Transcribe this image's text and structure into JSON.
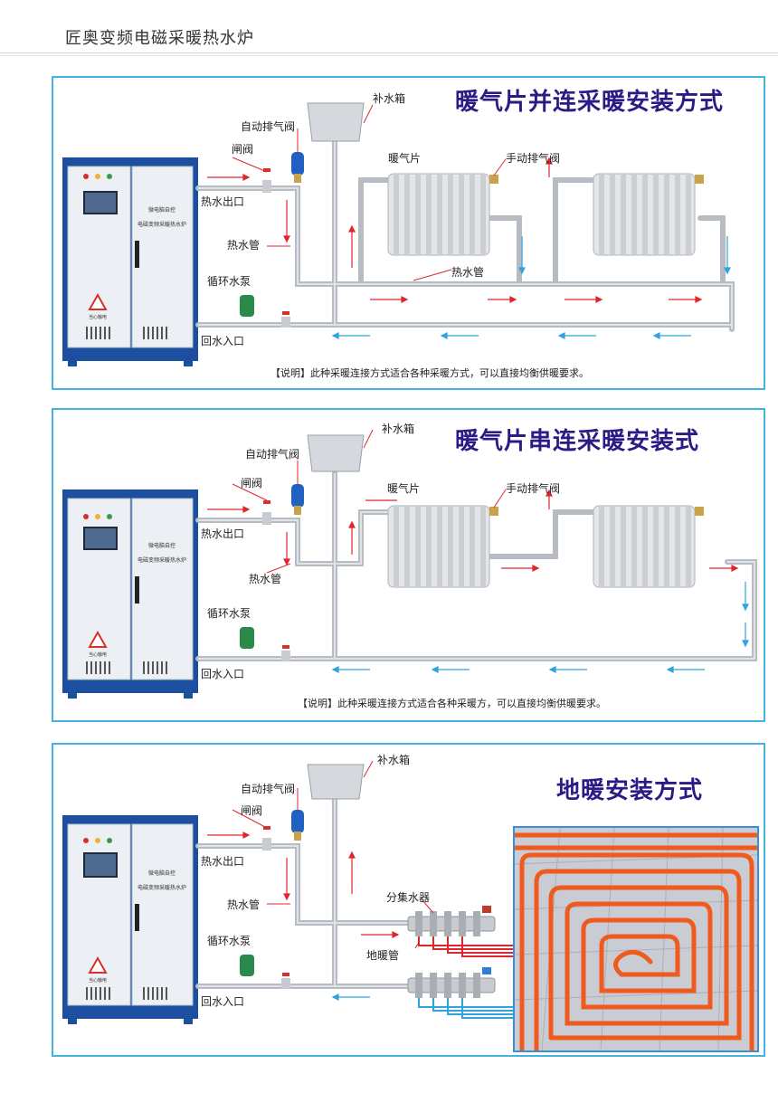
{
  "page": {
    "title": "匠奥变频电磁采暖热水炉"
  },
  "boiler": {
    "plate_line1": "微电脑自控",
    "plate_line2": "电磁变频采暖热水炉",
    "warning_label": "当心触电"
  },
  "panels": [
    {
      "title": "暖气片并连采暖安装方式",
      "note": "【说明】此种采暖连接方式适合各种采暖方式，可以直接均衡供暖要求。",
      "labels": {
        "tank": "补水箱",
        "auto_vent": "自动排气阀",
        "gate_valve": "闸阀",
        "hot_out": "热水出口",
        "hot_pipe": "热水管",
        "pump": "循环水泵",
        "return_in": "回水入口",
        "radiator": "暖气片",
        "manual_vent": "手动排气阀",
        "hot_pipe2": "热水管"
      }
    },
    {
      "title": "暖气片串连采暖安装式",
      "note": "【说明】此种采暖连接方式适合各种采暖方，可以直接均衡供暖要求。",
      "labels": {
        "tank": "补水箱",
        "auto_vent": "自动排气阀",
        "gate_valve": "闸阀",
        "hot_out": "热水出口",
        "hot_pipe": "热水管",
        "pump": "循环水泵",
        "return_in": "回水入口",
        "radiator": "暖气片",
        "manual_vent": "手动排气阀"
      }
    },
    {
      "title": "地暖安装方式",
      "labels": {
        "tank": "补水箱",
        "auto_vent": "自动排气阀",
        "gate_valve": "闸阀",
        "hot_out": "热水出口",
        "hot_pipe": "热水管",
        "pump": "循环水泵",
        "return_in": "回水入口",
        "manifold": "分集水器",
        "floor_pipe": "地暖管"
      }
    }
  ],
  "colors": {
    "panel_border": "#45b3e0",
    "title": "#2d1a86",
    "hot_arrow": "#e0262d",
    "cold_arrow": "#2fa3dd",
    "cabinet": "#1c4f9f",
    "floor_pipe": "#f05a1e"
  }
}
